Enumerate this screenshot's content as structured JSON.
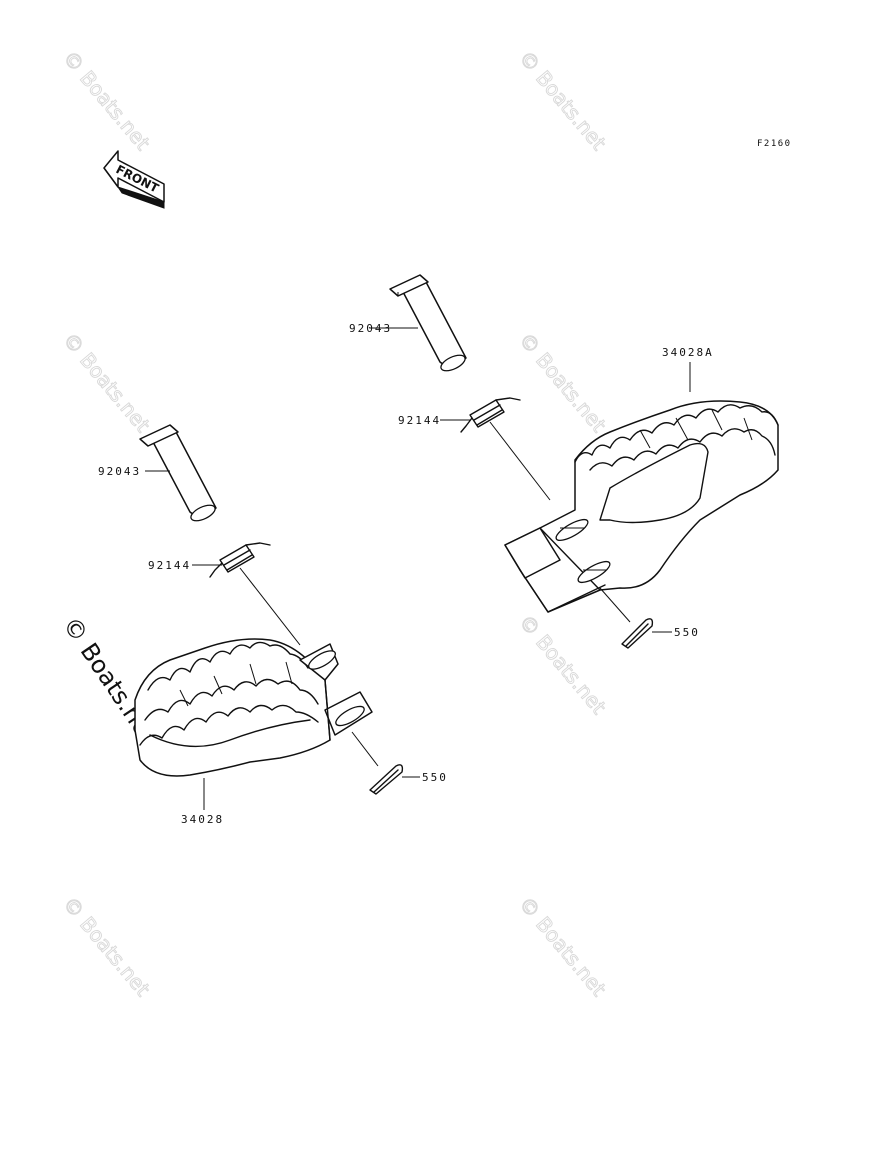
{
  "diagram": {
    "id_code": "F2160",
    "front_label": "FRONT",
    "watermark_text": "© Boats.net",
    "parts": {
      "pin_upper": "92043",
      "pin_lower": "92043",
      "spring_upper": "92144",
      "spring_lower": "92144",
      "footpeg_right": "34028A",
      "footpeg_left": "34028",
      "cotter_right": "550",
      "cotter_left": "550"
    }
  }
}
